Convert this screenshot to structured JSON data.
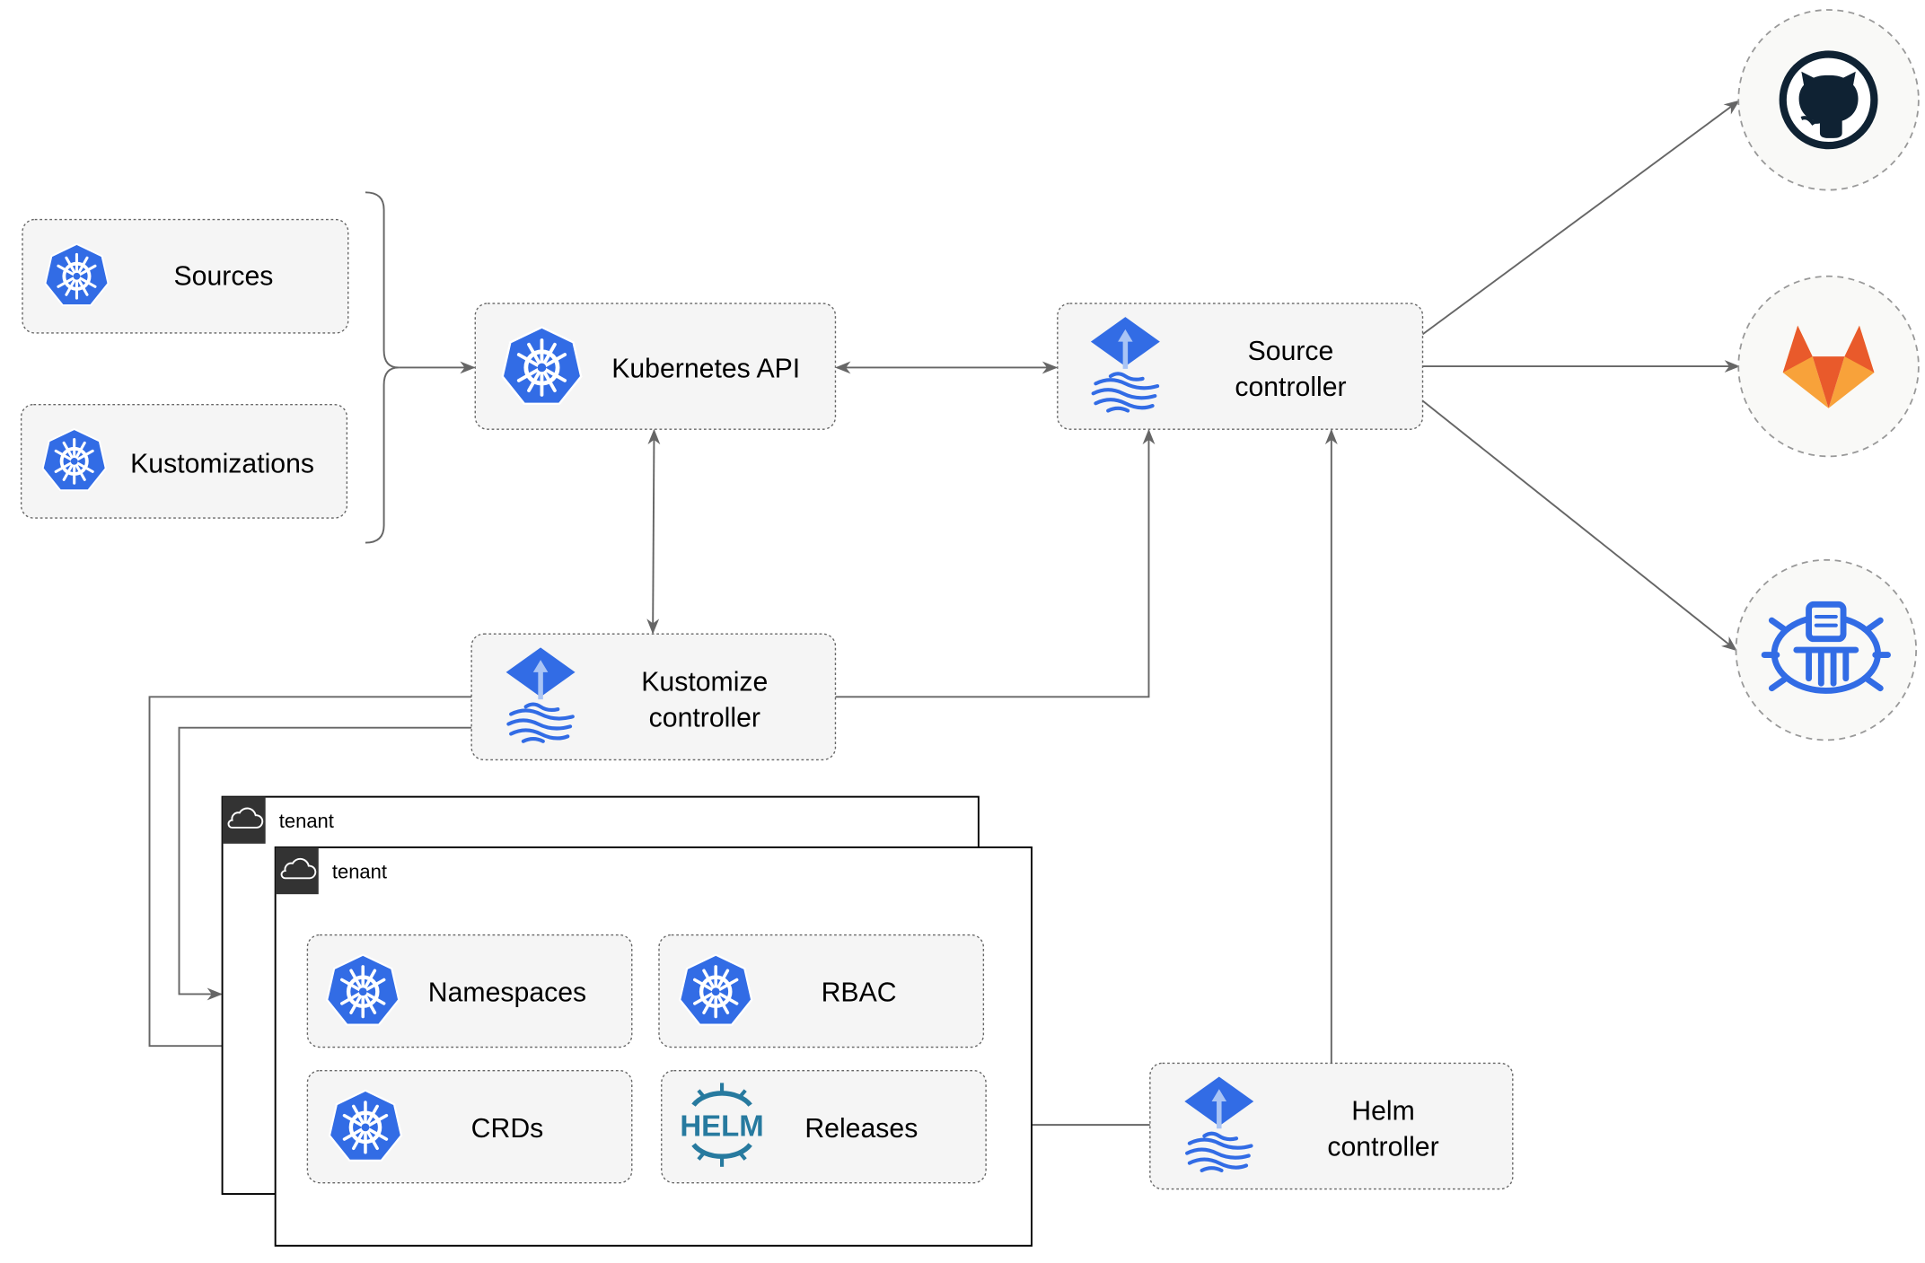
{
  "nodes": {
    "sources": "Sources",
    "kustomizations": "Kustomizations",
    "kubernetes_api": "Kubernetes API",
    "source_controller": [
      "Source",
      "controller"
    ],
    "kustomize_controller": [
      "Kustomize",
      "controller"
    ],
    "helm_controller": [
      "Helm",
      "controller"
    ],
    "namespaces": "Namespaces",
    "rbac": "RBAC",
    "crds": "CRDs",
    "releases": "Releases"
  },
  "tenants": [
    "tenant",
    "tenant"
  ],
  "external_sources": [
    {
      "icon": "github-icon"
    },
    {
      "icon": "gitlab-icon"
    },
    {
      "icon": "bucket-icon"
    }
  ],
  "helm_logo_text": "HELM",
  "colors": {
    "kubernetes_blue": "#326ce5",
    "box_fill": "#f5f5f5",
    "edge": "#666666",
    "github_dark": "#0f2233",
    "gitlab_orange": "#e95a2b",
    "gitlab_yellow": "#f8a23a",
    "helm_blue": "#277a9f"
  }
}
